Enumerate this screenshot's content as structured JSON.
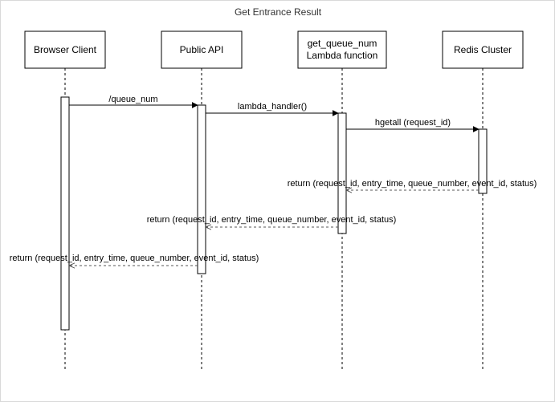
{
  "title": "Get Entrance Result",
  "actors": [
    {
      "id": "browser",
      "lines": [
        "Browser Client"
      ]
    },
    {
      "id": "api",
      "lines": [
        "Public API"
      ]
    },
    {
      "id": "lambda",
      "lines": [
        "get_queue_num",
        "Lambda function"
      ]
    },
    {
      "id": "redis",
      "lines": [
        "Redis Cluster"
      ]
    }
  ],
  "messages": [
    {
      "from": "browser",
      "to": "api",
      "label": "/queue_num",
      "type": "call"
    },
    {
      "from": "api",
      "to": "lambda",
      "label": "lambda_handler()",
      "type": "call"
    },
    {
      "from": "lambda",
      "to": "redis",
      "label": "hgetall (request_id)",
      "type": "call"
    },
    {
      "from": "redis",
      "to": "lambda",
      "label": "return (request_id, entry_time, queue_number, event_id, status)",
      "type": "return"
    },
    {
      "from": "lambda",
      "to": "api",
      "label": "return (request_id, entry_time, queue_number, event_id, status)",
      "type": "return"
    },
    {
      "from": "api",
      "to": "browser",
      "label": "return (request_id, entry_time, queue_number, event_id, status)",
      "type": "return"
    }
  ],
  "colors": {
    "line": "#000000",
    "dashed": "#555555",
    "background": "#ffffff"
  }
}
